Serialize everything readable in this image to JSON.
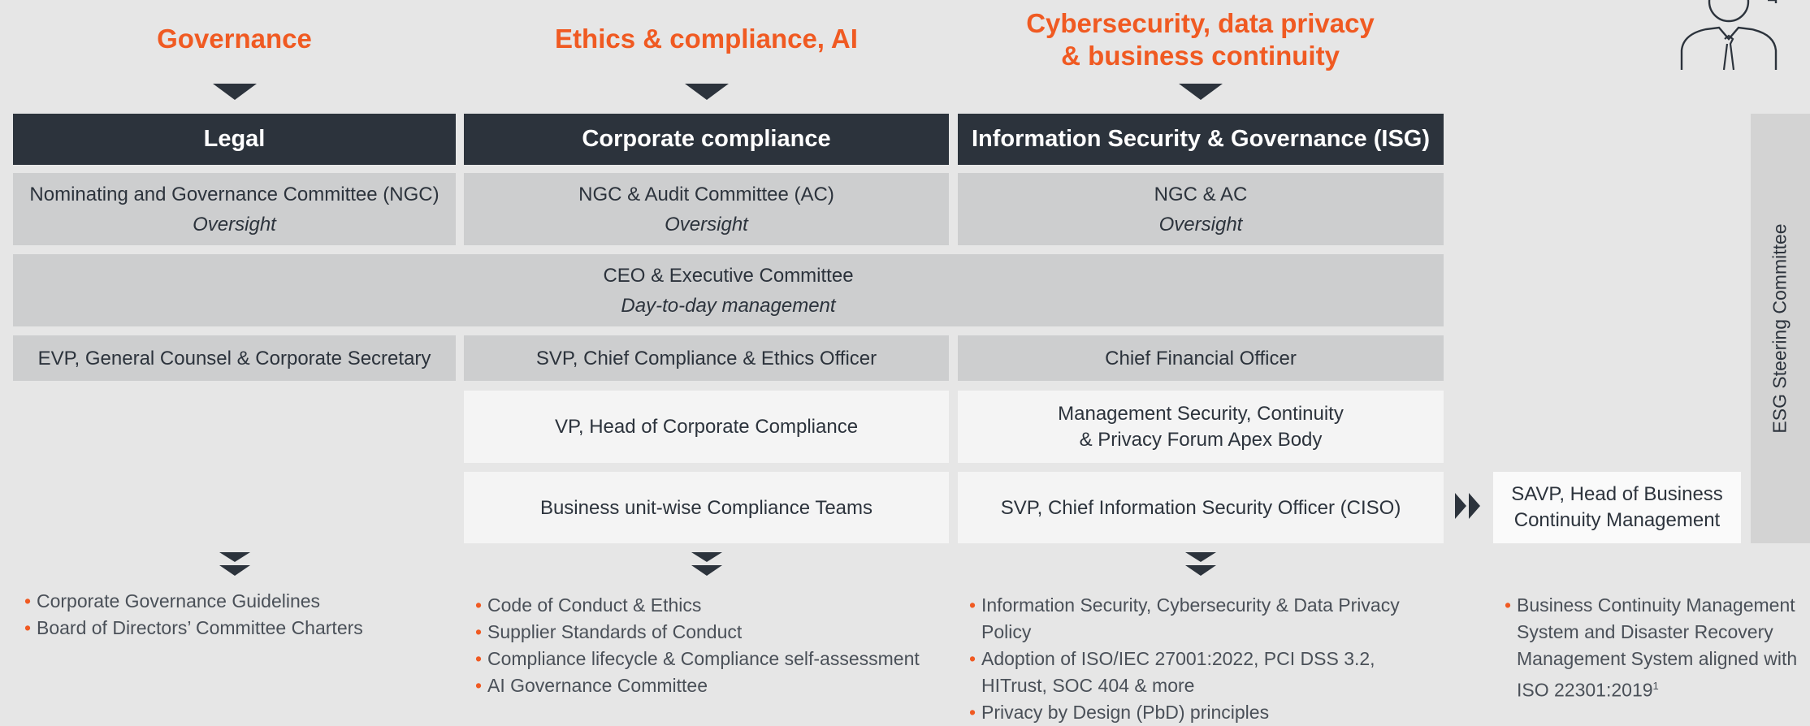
{
  "columns": {
    "governance": {
      "heading": "Governance",
      "dept": "Legal",
      "oversight_title": "Nominating and Governance Committee (NGC)",
      "oversight_sub": "Oversight",
      "officer": "EVP, General Counsel & Corporate Secretary",
      "bullets": [
        "Corporate Governance Guidelines",
        "Board of Directors’ Committee Charters"
      ]
    },
    "ethics": {
      "heading": "Ethics & compliance, AI",
      "dept": "Corporate compliance",
      "oversight_title": "NGC & Audit Committee (AC)",
      "oversight_sub": "Oversight",
      "officer": "SVP, Chief Compliance & Ethics Officer",
      "level2": "VP, Head of Corporate Compliance",
      "level3": "Business unit-wise Compliance Teams",
      "bullets": [
        "Code of Conduct & Ethics",
        "Supplier Standards of Conduct",
        "Compliance lifecycle & Compliance self-assessment",
        "AI Governance Committee"
      ]
    },
    "cyber": {
      "heading_line1": "Cybersecurity, data privacy",
      "heading_line2": "& business continuity",
      "dept": "Information Security & Governance (ISG)",
      "oversight_title": "NGC & AC",
      "oversight_sub": "Oversight",
      "officer": "Chief Financial Officer",
      "level2_line1": "Management Security, Continuity",
      "level2_line2": "& Privacy Forum Apex Body",
      "level3": "SVP, Chief Information Security Officer (CISO)",
      "bullets": [
        "Information Security, Cybersecurity & Data Privacy Policy",
        "Adoption of ISO/IEC 27001:2022, PCI DSS 3.2, HITrust, SOC 404 & more",
        "Privacy by Design (PbD) principles"
      ]
    }
  },
  "ceo": {
    "title": "CEO & Executive Committee",
    "sub": "Day-to-day management"
  },
  "bcm": {
    "line1": "SAVP, Head of Business",
    "line2": "Continuity Management",
    "bullet": "Business Continuity Management System and Disaster Recovery Management System aligned with ISO 22301:2019",
    "footnote": "1"
  },
  "side_label": "ESG Steering Committee",
  "colors": {
    "accent": "#f05a22",
    "dark": "#2c333c",
    "mid_box": "#cdcecf",
    "light_box": "#f4f4f4"
  },
  "icons": {
    "person": "person-icon",
    "chevron": "double-chevron-down-icon",
    "forward": "double-triangle-right-icon"
  }
}
